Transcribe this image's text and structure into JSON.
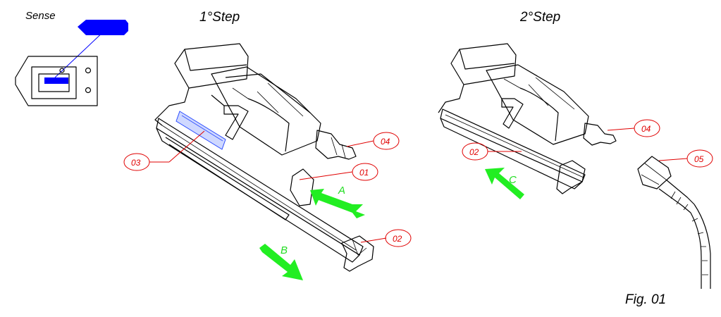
{
  "labels": {
    "sense": "Sense",
    "step1": "1°Step",
    "step2": "2°Step",
    "figure": "Fig. 01"
  },
  "callouts": {
    "c01": "01",
    "c02a": "02",
    "c03": "03",
    "c04a": "04",
    "c02b": "02",
    "c04b": "04",
    "c05": "05"
  },
  "arrows": {
    "a": "A",
    "b": "B",
    "c": "C"
  },
  "colors": {
    "callout": "#e00000",
    "arrow": "#22ee22",
    "sense_marker": "#0000ff"
  }
}
